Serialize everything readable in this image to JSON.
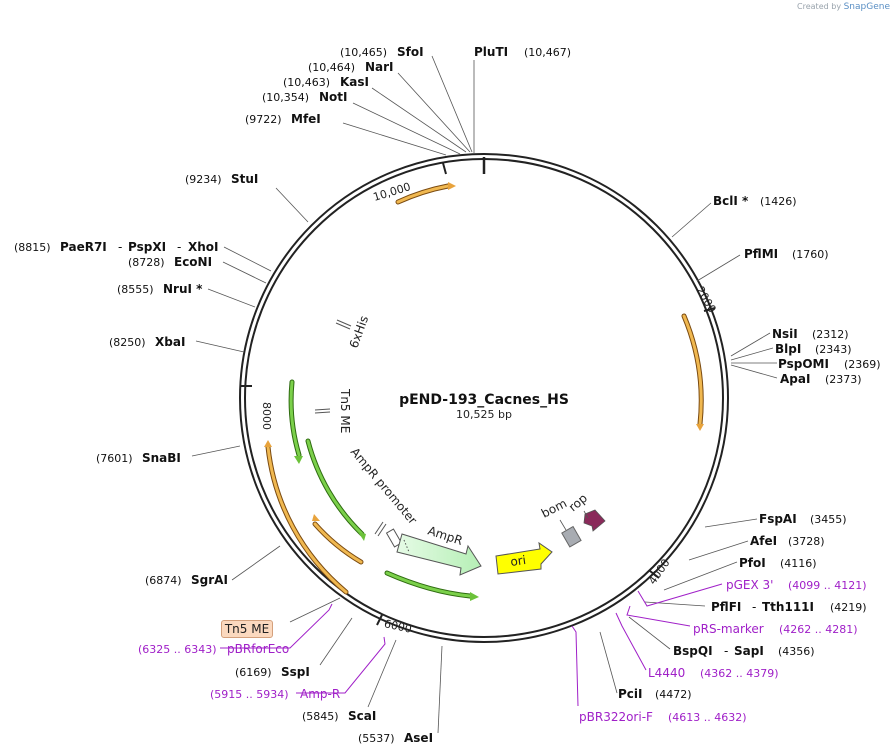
{
  "credit": {
    "prefix": "Created by",
    "brand": "SnapGene"
  },
  "plasmid": {
    "name": "pEND-193_Cacnes_HS",
    "size": "10,525 bp"
  },
  "ticks": [
    "10,000",
    "2000",
    "4000",
    "6000",
    "8000"
  ],
  "enzymes_left": [
    {
      "pos": "(10,465)",
      "name": "SfoI"
    },
    {
      "pos": "(10,464)",
      "name": "NarI"
    },
    {
      "pos": "(10,463)",
      "name": "KasI"
    },
    {
      "pos": "(10,354)",
      "name": "NotI"
    },
    {
      "pos": "(9722)",
      "name": "MfeI"
    },
    {
      "pos": "(9234)",
      "name": "StuI"
    },
    {
      "pos": "(8815)",
      "name": "PaeR7I",
      "name2": "PspXI",
      "name3": "XhoI"
    },
    {
      "pos": "(8728)",
      "name": "EcoNI"
    },
    {
      "pos": "(8555)",
      "name": "NruI *"
    },
    {
      "pos": "(8250)",
      "name": "XbaI"
    },
    {
      "pos": "(7601)",
      "name": "SnaBI"
    },
    {
      "pos": "(6874)",
      "name": "SgrAI"
    },
    {
      "pos": "(6169)",
      "name": "SspI"
    },
    {
      "pos": "(5845)",
      "name": "ScaI"
    },
    {
      "pos": "(5537)",
      "name": "AseI"
    }
  ],
  "enzymes_right": [
    {
      "pos": "(10,467)",
      "name": "PluTI"
    },
    {
      "pos": "(1426)",
      "name": "BclI *"
    },
    {
      "pos": "(1760)",
      "name": "PflMI"
    },
    {
      "pos": "(2312)",
      "name": "NsiI"
    },
    {
      "pos": "(2343)",
      "name": "BlpI"
    },
    {
      "pos": "(2369)",
      "name": "PspOMI"
    },
    {
      "pos": "(2373)",
      "name": "ApaI"
    },
    {
      "pos": "(3455)",
      "name": "FspAI"
    },
    {
      "pos": "(3728)",
      "name": "AfeI"
    },
    {
      "pos": "(4116)",
      "name": "PfoI"
    },
    {
      "pos": "(4219)",
      "name": "PflFI",
      "name2": "Tth111I"
    },
    {
      "pos": "(4356)",
      "name": "BspQI",
      "name2": "SapI"
    },
    {
      "pos": "(4472)",
      "name": "PciI"
    }
  ],
  "primers": [
    {
      "name": "pGEX 3'",
      "range": "(4099 .. 4121)"
    },
    {
      "name": "pRS-marker",
      "range": "(4262 .. 4281)"
    },
    {
      "name": "L4440",
      "range": "(4362 .. 4379)"
    },
    {
      "name": "pBR322ori-F",
      "range": "(4613 .. 4632)"
    },
    {
      "name": "pBRforEco",
      "range": "(6325 .. 6343)"
    },
    {
      "name": "Amp-R",
      "range": "(5915 .. 5934)"
    }
  ],
  "features": {
    "sixhis": "6xHis",
    "tn5me": "Tn5 ME",
    "ampr_promoter": "AmpR promoter",
    "ampr": "AmpR",
    "ori": "ori",
    "bom": "bom",
    "rop": "rop",
    "tn5me_box": "Tn5 ME"
  },
  "colors": {
    "primer": "#a020c8",
    "orange_feature": "#e8a33c",
    "green_feature": "#6cc23a",
    "ampr": "#c9f5c9",
    "ori": "#ffff00",
    "rop": "#8a2a5a",
    "bom": "#a8acb2"
  }
}
